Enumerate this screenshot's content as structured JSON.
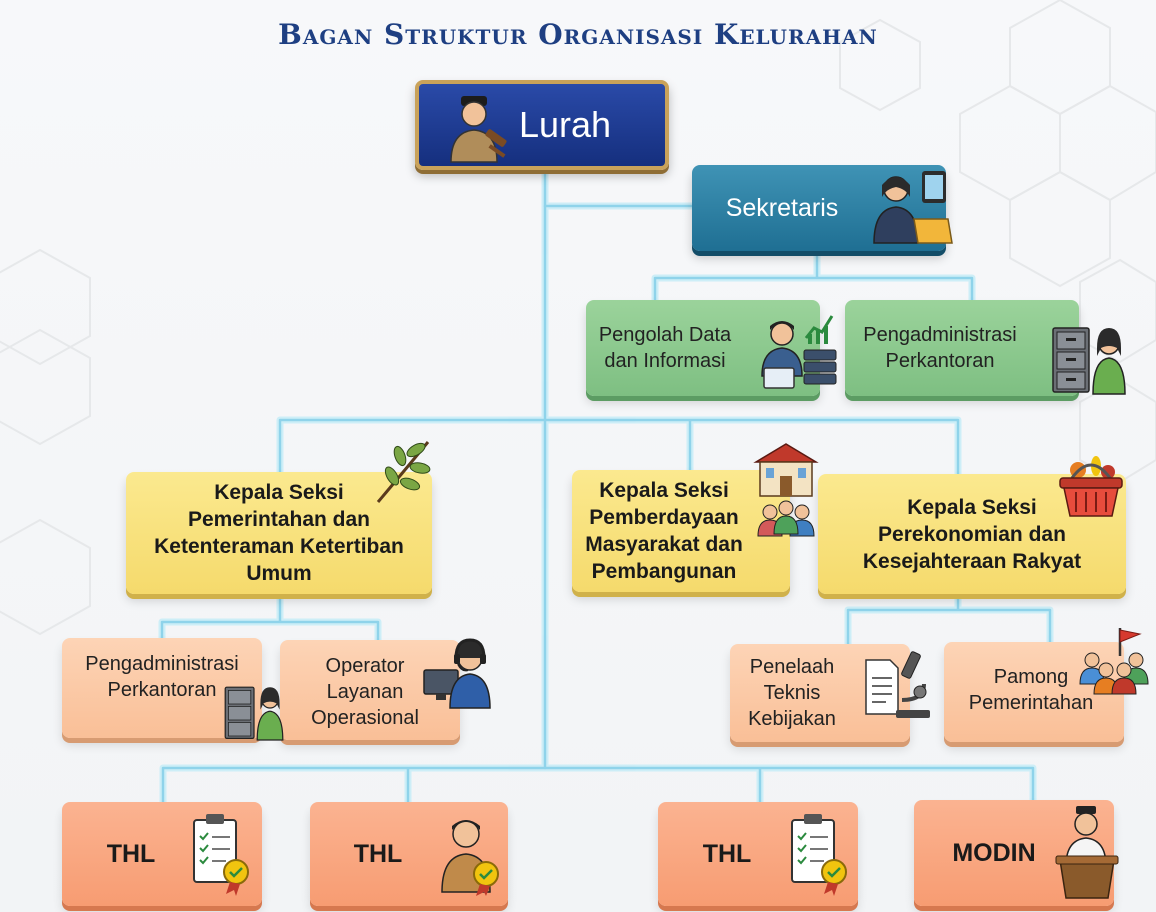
{
  "title": "Bagan Struktur Organisasi Kelurahan",
  "colors": {
    "title": "#1e3f82",
    "lurah": "#1f3c95",
    "lurah_border": "#c9a25a",
    "sekretaris": "#2b7fa3",
    "staff_green": "#8ccb8f",
    "kasi_yellow": "#f7e07a",
    "staff_peach": "#fbc9a6",
    "thl_orange": "#f9a883",
    "connector": "#a9dcef"
  },
  "nodes": {
    "lurah": "Lurah",
    "sekretaris": "Sekretaris",
    "pengolah_data": "Pengolah Data\ndan Informasi",
    "pengadministrasi_sekre": "Pengadministrasi\nPerkantoran",
    "kasi_pemerintahan": "Kepala Seksi\nPemerintahan dan\nKetenteraman Ketertiban\nUmum",
    "kasi_pemberdayaan": "Kepala Seksi\nPemberdayaan\nMasyarakat dan\nPembangunan",
    "kasi_perekonomian": "Kepala Seksi\nPerekonomian dan\nKesejahteraan Rakyat",
    "pengadministrasi_pem": "Pengadministrasi\nPerkantoran",
    "operator": "Operator\nLayanan\nOperasional",
    "penelaah": "Penelaah\nTeknis\nKebijakan",
    "pamong": "Pamong\nPemerintahan",
    "thl_1": "THL",
    "thl_2": "THL",
    "thl_3": "THL",
    "modin": "MODIN"
  },
  "icons": {
    "lurah": "official-with-gavel-icon",
    "sekretaris": "secretary-with-tablet-icon",
    "pengolah_data": "data-analyst-server-icon",
    "pengadministrasi": "clerk-filing-cabinet-icon",
    "pemerintahan": "leaf-branch-icon",
    "pemberdayaan": "building-community-icon",
    "perekonomian": "market-basket-icon",
    "operator": "headset-operator-icon",
    "penelaah": "document-microscope-icon",
    "pamong": "crowd-flag-icon",
    "thl_clipboard": "clipboard-badge-icon",
    "thl_worker": "worker-badge-icon",
    "modin": "imam-podium-icon"
  }
}
